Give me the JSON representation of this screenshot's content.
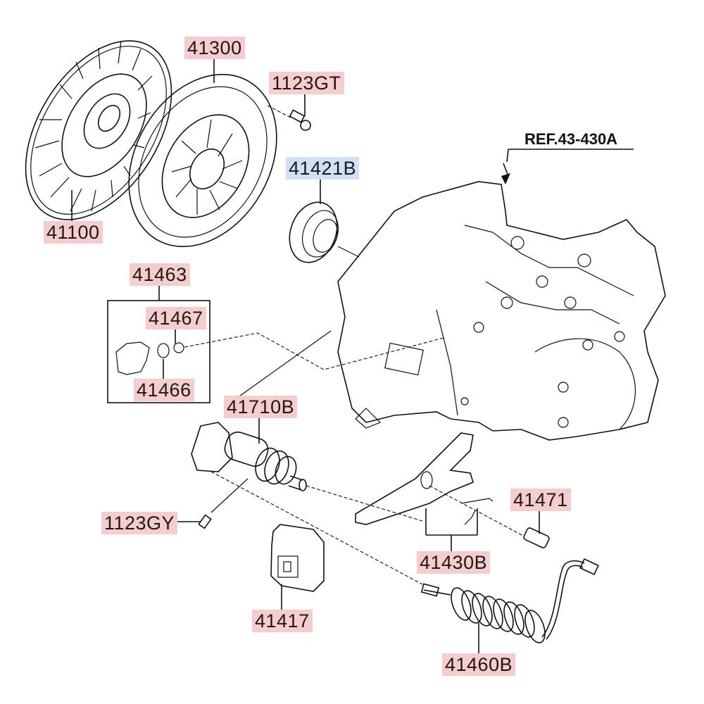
{
  "diagram": {
    "type": "exploded-parts-diagram",
    "subject": "Clutch assembly",
    "reference": "REF.43-430A",
    "label_colors": {
      "default": "#f6cccc",
      "highlighted": "#cfe0f7"
    },
    "parts": [
      {
        "id": "41100",
        "name": "clutch-disc",
        "highlighted": false
      },
      {
        "id": "41300",
        "name": "clutch-cover",
        "highlighted": false
      },
      {
        "id": "1123GT",
        "name": "cover-bolt",
        "highlighted": false
      },
      {
        "id": "41421B",
        "name": "release-bearing",
        "highlighted": true
      },
      {
        "id": "41463",
        "name": "fitting-kit",
        "highlighted": false
      },
      {
        "id": "41467",
        "name": "bleeder-cap",
        "highlighted": false
      },
      {
        "id": "41466",
        "name": "bleeder-screw",
        "highlighted": false
      },
      {
        "id": "41710B",
        "name": "release-cylinder",
        "highlighted": false
      },
      {
        "id": "1123GY",
        "name": "cylinder-bolt",
        "highlighted": false
      },
      {
        "id": "41417",
        "name": "boot",
        "highlighted": false
      },
      {
        "id": "41430B",
        "name": "release-fork",
        "highlighted": false
      },
      {
        "id": "41471",
        "name": "bleeder-plug",
        "highlighted": false
      },
      {
        "id": "41460B",
        "name": "clutch-tube-hose",
        "highlighted": false
      }
    ]
  }
}
